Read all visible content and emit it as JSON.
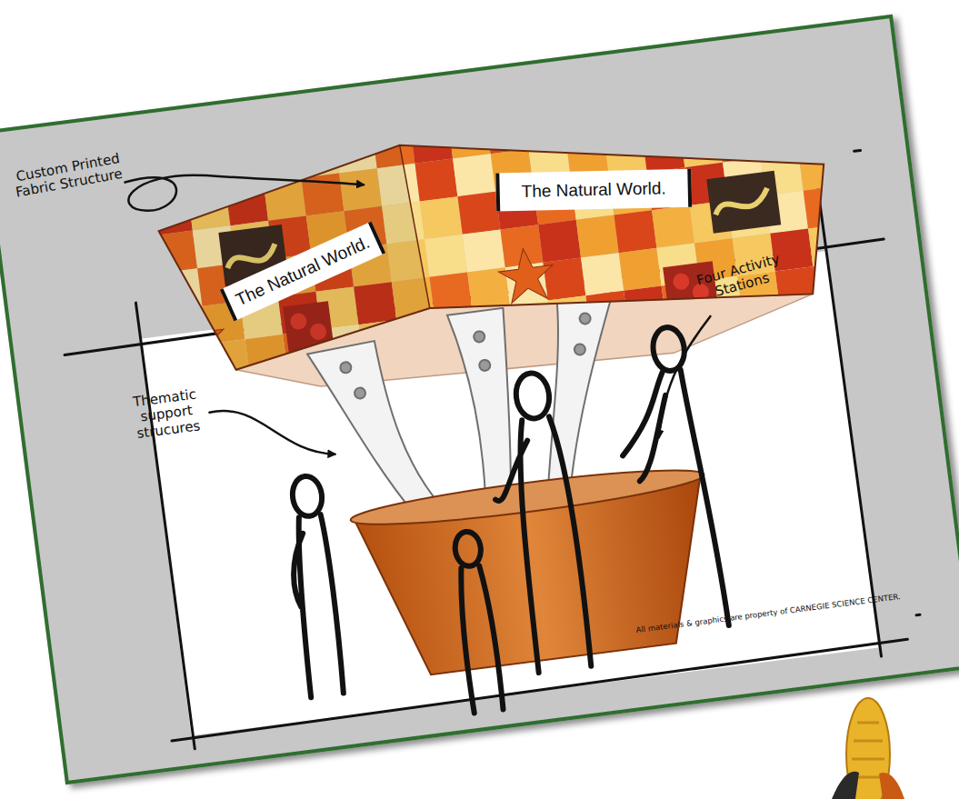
{
  "diagram": {
    "nodes": [
      {
        "text": [
          "The Natural World."
        ]
      },
      {
        "text": [
          "The Natural World."
        ]
      }
    ],
    "labels": [
      "Custom Printed Fabric Structure",
      "Thematic support strucures",
      "Four Activity Stations",
      "All materials & graphics are property of CARNEGIE SCIENCE CENTER."
    ]
  }
}
